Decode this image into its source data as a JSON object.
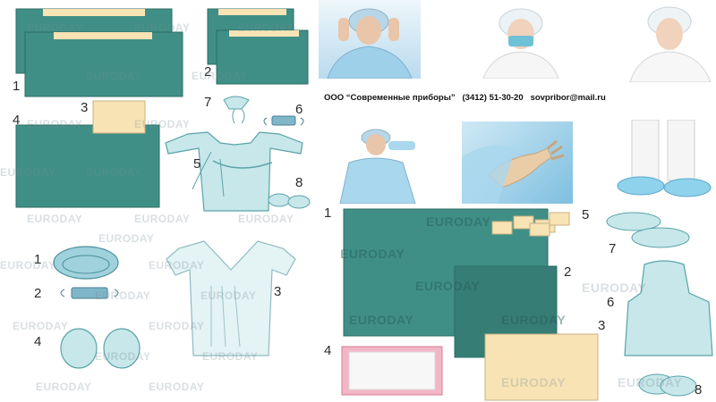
{
  "header": {
    "company": "ООО “Современные приборы”",
    "phone": "(3412) 51-30-20",
    "email": "sovpribor@mail.ru"
  },
  "watermark": "EURODAY",
  "labels": {
    "a1": "1",
    "a2": "2",
    "a3": "3",
    "a4": "4",
    "a5": "5",
    "a6": "6",
    "a7": "7",
    "a8": "8",
    "b1": "1",
    "b2": "2",
    "b3": "3",
    "b4": "4",
    "c1": "1",
    "c2": "2",
    "c3": "3",
    "c4": "4",
    "c5": "5",
    "c6": "6",
    "c7": "7",
    "c8": "8"
  },
  "colors": {
    "drape_teal": "#3f8f86",
    "sheet_cream": "#f8e3b5",
    "gown_blue": "#c7e7ea",
    "outline": "#5aa3a8"
  }
}
